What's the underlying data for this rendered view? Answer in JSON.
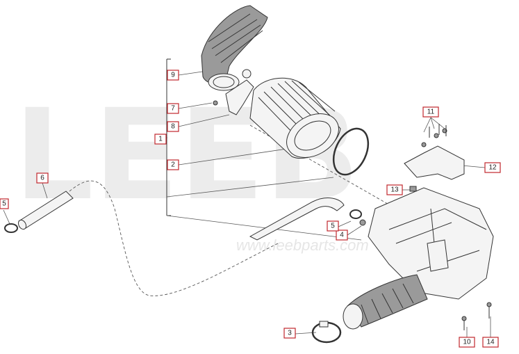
{
  "watermark": {
    "brand": "LEEB",
    "site": "www.leebparts.com"
  },
  "callouts": [
    {
      "id": "c1",
      "label": "1"
    },
    {
      "id": "c2",
      "label": "2"
    },
    {
      "id": "c3",
      "label": "3"
    },
    {
      "id": "c4",
      "label": "4"
    },
    {
      "id": "c5a",
      "label": "5"
    },
    {
      "id": "c5b",
      "label": "5"
    },
    {
      "id": "c6",
      "label": "6"
    },
    {
      "id": "c7",
      "label": "7"
    },
    {
      "id": "c8",
      "label": "8"
    },
    {
      "id": "c9",
      "label": "9"
    },
    {
      "id": "c10",
      "label": "10"
    },
    {
      "id": "c11",
      "label": "11"
    },
    {
      "id": "c12",
      "label": "12"
    },
    {
      "id": "c13",
      "label": "13"
    },
    {
      "id": "c14",
      "label": "14"
    }
  ]
}
